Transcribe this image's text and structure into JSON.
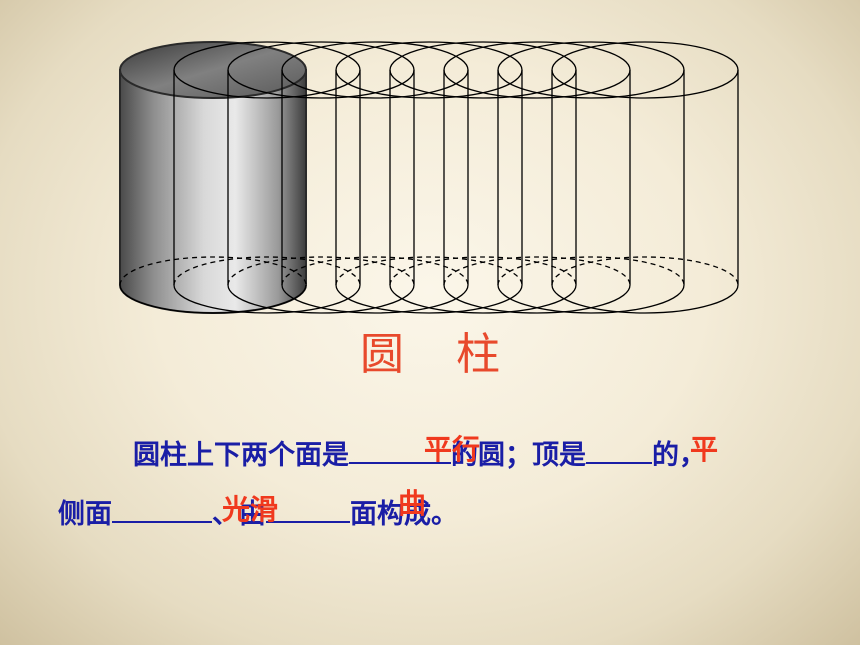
{
  "title": {
    "part1": "圆",
    "part2": "柱"
  },
  "sentence1": {
    "text_a": "圆柱上下两个面是",
    "text_b": "的圆；顶是",
    "text_c": "的，"
  },
  "sentence2": {
    "text_a": "侧面",
    "text_b": "、",
    "text_c": "由",
    "text_d": "面构成。"
  },
  "answers": {
    "parallel": "平行",
    "flat": "平",
    "smooth": "光滑",
    "curved": "曲"
  },
  "colors": {
    "title": "#e8492c",
    "text": "#1a1ea6",
    "answer": "#f0391e",
    "outline": "#000000"
  }
}
